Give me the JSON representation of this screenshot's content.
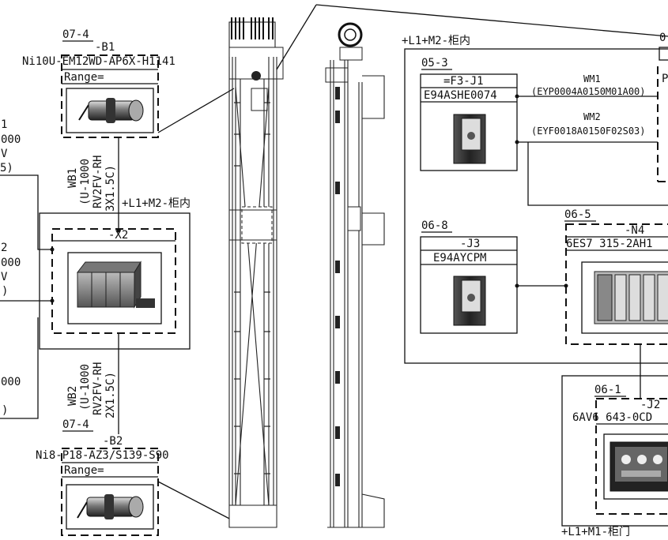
{
  "left_cut_labels": [
    {
      "id": "l1",
      "text": "1"
    },
    {
      "id": "l2",
      "text": "000"
    },
    {
      "id": "l3",
      "text": "V"
    },
    {
      "id": "l4",
      "text": "5)"
    },
    {
      "id": "l5",
      "text": "2"
    },
    {
      "id": "l6",
      "text": "000"
    },
    {
      "id": "l7",
      "text": "V"
    },
    {
      "id": "l8",
      "text": ")"
    },
    {
      "id": "l9",
      "text": "000"
    },
    {
      "id": "l10",
      "text": ")"
    }
  ],
  "b1": {
    "ref": "07-4",
    "tag": "-B1",
    "part": "Ni10U-EM12WD-AP6X-H1141",
    "range": "Range="
  },
  "wb1": {
    "line1": "WB1",
    "line2": "(U-1000",
    "line3": "RV2FV-RH",
    "line4": "3X1.5C)"
  },
  "x2": {
    "cabinet": "+L1+M2-柜内",
    "tag": "-X2"
  },
  "wb2": {
    "line1": "WB2",
    "line2": "(U-1000",
    "line3": "RV2FV-RH",
    "line4": "2X1.5C)"
  },
  "b2": {
    "ref": "07-4",
    "tag": "-B2",
    "part": "Ni8-P18-AZ3/S139-S90",
    "range": "Range="
  },
  "right_cabinet": {
    "label": "+L1+M2-柜内"
  },
  "j1": {
    "ref": "05-3",
    "tag": "=F3-J1",
    "part": "E94ASHE0074"
  },
  "wm1": {
    "name": "WM1",
    "spec": "(EYP0004A0150M01A00)"
  },
  "wm2": {
    "name": "WM2",
    "spec": "(EYF0018A0150F02S03)"
  },
  "top_right_ref": "0",
  "top_right_tag": "P",
  "j3": {
    "ref": "06-8",
    "tag": "-J3",
    "part": "E94AYCPM"
  },
  "n4": {
    "ref": "06-5",
    "tag": "-N4",
    "part": "6ES7 315-2AH1"
  },
  "j2": {
    "ref": "06-1",
    "tag": "-J2",
    "part": "6AV6 643-0CD"
  },
  "door_cabinet": "+L1+M1-柜门"
}
